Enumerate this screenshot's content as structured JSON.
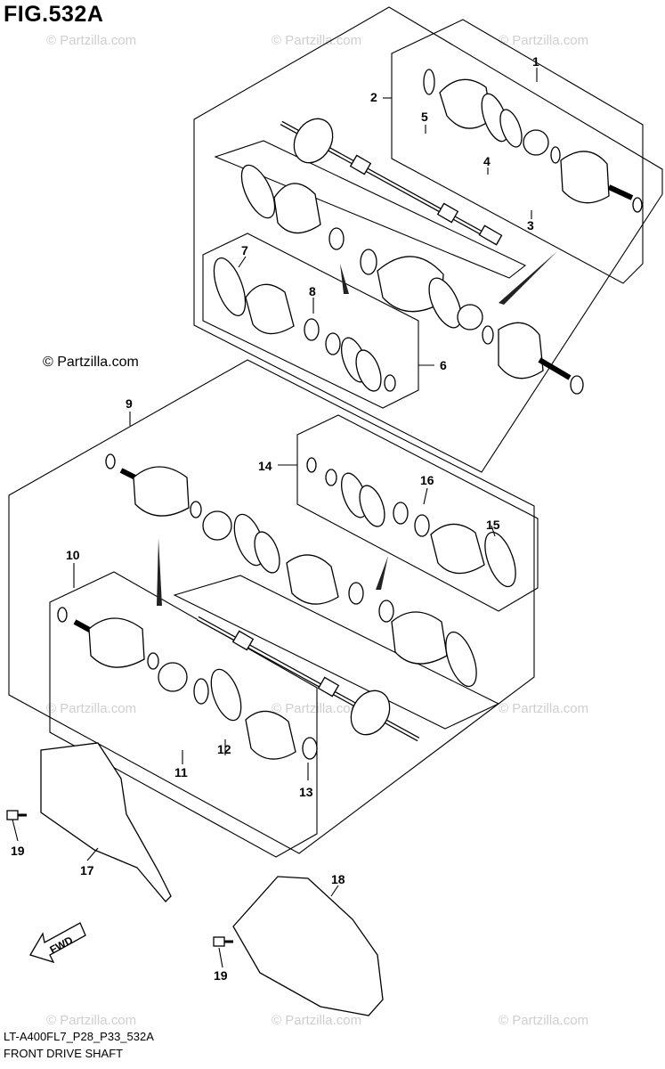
{
  "figure": {
    "title": "FIG.532A",
    "copyright": "© Partzilla.com",
    "watermark": "© Partzilla.com",
    "code": "LT-A400FL7_P28_P33_532A",
    "name": "FRONT DRIVE SHAFT",
    "direction_label": "FWD"
  },
  "callouts": [
    "1",
    "2",
    "3",
    "4",
    "5",
    "6",
    "7",
    "8",
    "9",
    "10",
    "11",
    "12",
    "13",
    "14",
    "15",
    "16",
    "17",
    "18",
    "19",
    "19"
  ]
}
